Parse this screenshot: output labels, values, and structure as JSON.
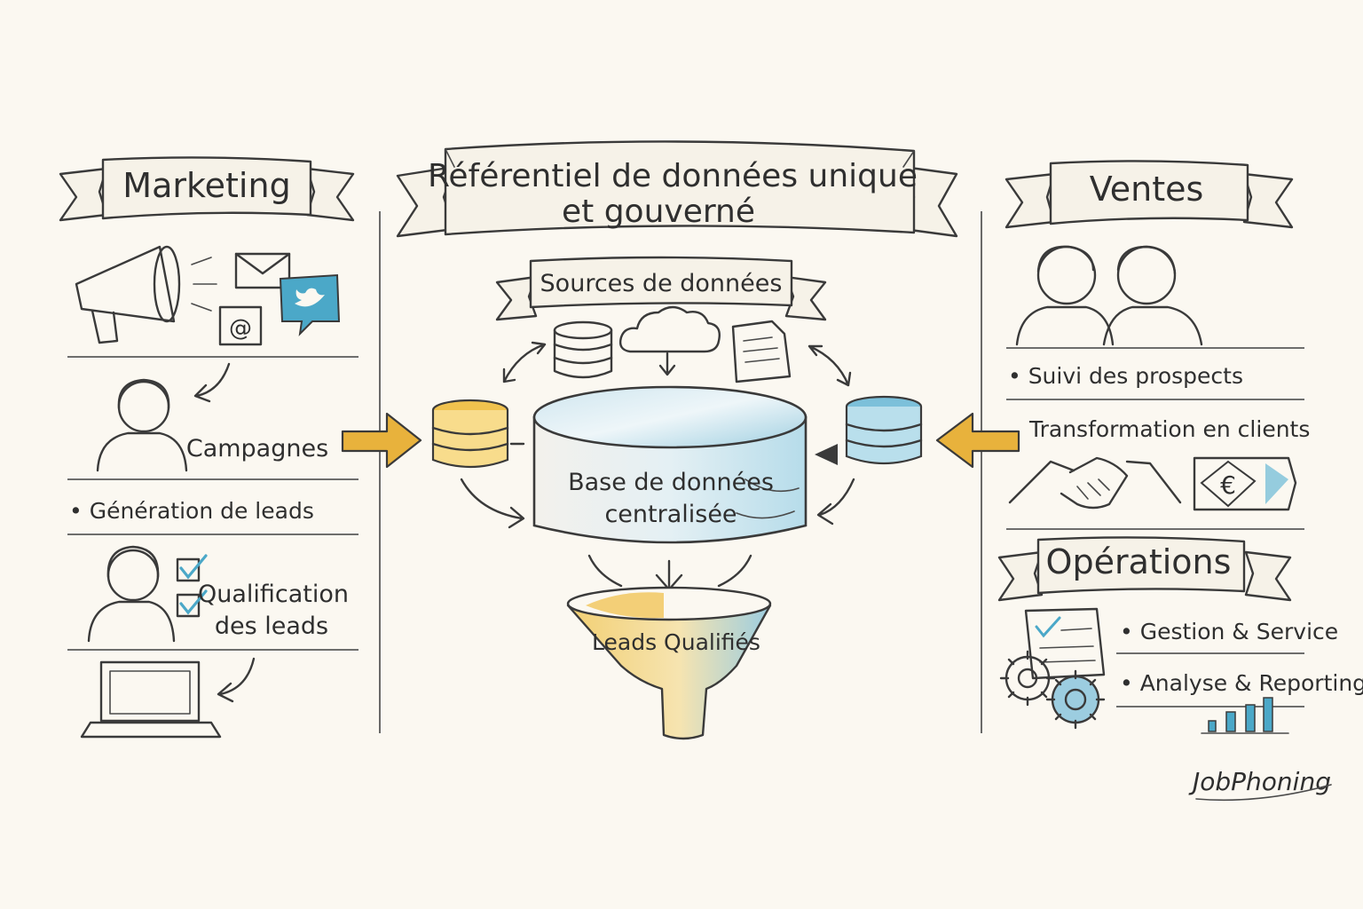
{
  "colors": {
    "ink": "#3a3a3a",
    "accent_yellow": "#e8b23c",
    "accent_blue": "#4ba8c8",
    "background": "#fbf8f1"
  },
  "center": {
    "title_line1": "Référentiel de données unique",
    "title_line2": "et gouverné",
    "sources_label": "Sources de données",
    "database_line1": "Base de données",
    "database_line2": "centralisée",
    "funnel_label": "Leads Qualifiés",
    "icons": [
      "database-icon",
      "cloud-icon",
      "document-icon",
      "funnel-icon"
    ]
  },
  "marketing": {
    "title": "Marketing",
    "campaigns": "Campagnes",
    "lead_generation": "• Génération de leads",
    "qualification_line1": "Qualification",
    "qualification_line2": "des leads",
    "icons": [
      "megaphone-icon",
      "envelope-icon",
      "at-sign-icon",
      "twitter-bird-icon",
      "person-icon",
      "checkbox-icon",
      "laptop-icon"
    ]
  },
  "ventes": {
    "title": "Ventes",
    "prospect_tracking": "• Suivi des prospects",
    "conversion": "Transformation en clients",
    "icons": [
      "two-people-icon",
      "handshake-icon",
      "euro-tag-icon"
    ]
  },
  "operations": {
    "title": "Opérations",
    "item1": "• Gestion & Service",
    "item2": "• Analyse & Reporting",
    "icons": [
      "checklist-document-icon",
      "gears-icon",
      "bar-chart-icon"
    ]
  },
  "brand": {
    "logo_text": "JobPhoning"
  }
}
